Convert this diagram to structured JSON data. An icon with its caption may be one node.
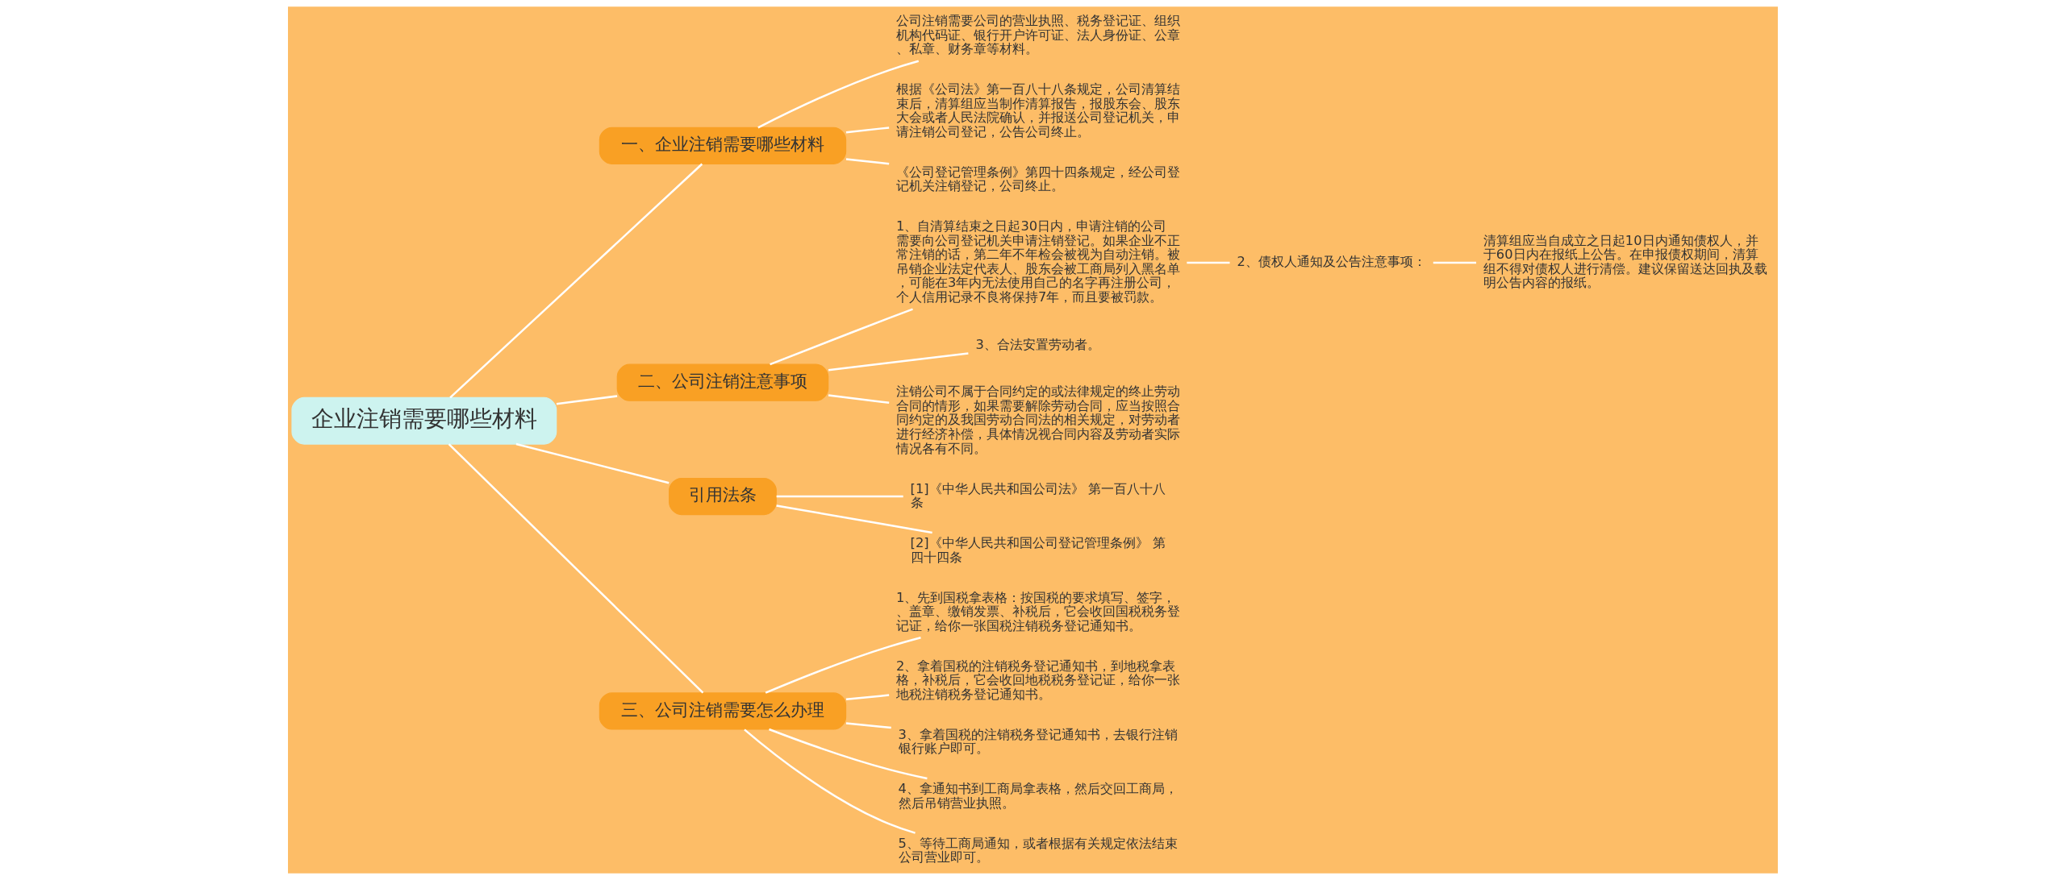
{
  "diagram": {
    "nodes": [
      {
        "text": [
          "企业注销需要哪些材料"
        ]
      },
      {
        "text": [
          "一、企业注销需要哪些材料"
        ]
      },
      {
        "text": [
          "公司注销需要公司的营业执照、税务登记证、组织机构代码证、银行开户许可证、法人身份证、公章、私章、财务章等材料。"
        ]
      },
      {
        "text": [
          "根据《公司法》第一百八十八条规定，公司清算结束后，清算组应当制作清算报告，报股东会、股东大会或者人民法院确认，并报送公司登记机关，申请注销公司登记，公告公司终止。"
        ]
      },
      {
        "text": [
          "《公司登记管理条例》第四十四条规定，经公司登记机关注销登记，公司终止。"
        ]
      },
      {
        "text": [
          "二、公司注销注意事项"
        ]
      },
      {
        "text": [
          "1、自清算结束之日起30日内，申请注销的公司需要向公司登记机关申请注销登记。如果企业不正常注销的话，第二年不年检会被视为自动注销。被吊销企业法定代表人、股东会被工商局列入黑名单，可能在3年内无法使用自己的名字再注册公司，个人信用记录不良将保持7年，而且要被罚款。"
        ]
      },
      {
        "text": [
          "2、债权人通知及公告注意事项："
        ]
      },
      {
        "text": [
          "清算组应当自成立之日起10日内通知债权人，并于60日内在报纸上公告。在申报债权期间，清算组不得对债权人进行清偿。建议保留送达回执及载明公告内容的报纸。"
        ]
      },
      {
        "text": [
          "3、合法安置劳动者。"
        ]
      },
      {
        "text": [
          "注销公司不属于合同约定的或法律规定的终止劳动合同的情形，如果需要解除劳动合同，应当按照合同约定的及我国劳动合同法的相关规定，对劳动者进行经济补偿，具体情况视合同内容及劳动者实际情况各有不同。"
        ]
      },
      {
        "text": [
          "引用法条"
        ]
      },
      {
        "text": [
          "[1]《中华人民共和国公司法》 第一百八十八条"
        ]
      },
      {
        "text": [
          "[2]《中华人民共和国公司登记管理条例》 第四十四条"
        ]
      },
      {
        "text": [
          "三、公司注销需要怎么办理"
        ]
      },
      {
        "text": [
          "1、先到国税拿表格：按国税的要求填写、签字，、盖章、缴销发票、补税后，它会收回国税税务登记证，给你一张国税注销税务登记通知书。"
        ]
      },
      {
        "text": [
          "2、拿着国税的注销税务登记通知书，到地税拿表格，补税后，它会收回地税税务登记证，给你一张地税注销税务登记通知书。"
        ]
      },
      {
        "text": [
          "3、拿着国税的注销税务登记通知书，去银行注销银行账户即可。"
        ]
      },
      {
        "text": [
          "4、拿通知书到工商局拿表格，然后交回工商局，然后吊销营业执照。"
        ]
      },
      {
        "text": [
          "5、等待工商局通知，或者根据有关规定依法结束公司营业即可。"
        ]
      }
    ],
    "edges": [
      {
        "from": 0,
        "to": 1,
        "arrow": "none"
      },
      {
        "from": 1,
        "to": 2,
        "arrow": "none"
      },
      {
        "from": 1,
        "to": 3,
        "arrow": "none"
      },
      {
        "from": 1,
        "to": 4,
        "arrow": "none"
      },
      {
        "from": 0,
        "to": 5,
        "arrow": "none"
      },
      {
        "from": 5,
        "to": 6,
        "arrow": "none"
      },
      {
        "from": 6,
        "to": 7,
        "arrow": "none"
      },
      {
        "from": 7,
        "to": 8,
        "arrow": "none"
      },
      {
        "from": 5,
        "to": 9,
        "arrow": "none"
      },
      {
        "from": 5,
        "to": 10,
        "arrow": "none"
      },
      {
        "from": 0,
        "to": 11,
        "arrow": "none"
      },
      {
        "from": 11,
        "to": 12,
        "arrow": "none"
      },
      {
        "from": 11,
        "to": 13,
        "arrow": "none"
      },
      {
        "from": 0,
        "to": 14,
        "arrow": "none"
      },
      {
        "from": 14,
        "to": 15,
        "arrow": "none"
      },
      {
        "from": 14,
        "to": 16,
        "arrow": "none"
      },
      {
        "from": 14,
        "to": 17,
        "arrow": "none"
      },
      {
        "from": 14,
        "to": 18,
        "arrow": "none"
      },
      {
        "from": 14,
        "to": 19,
        "arrow": "none"
      }
    ]
  }
}
